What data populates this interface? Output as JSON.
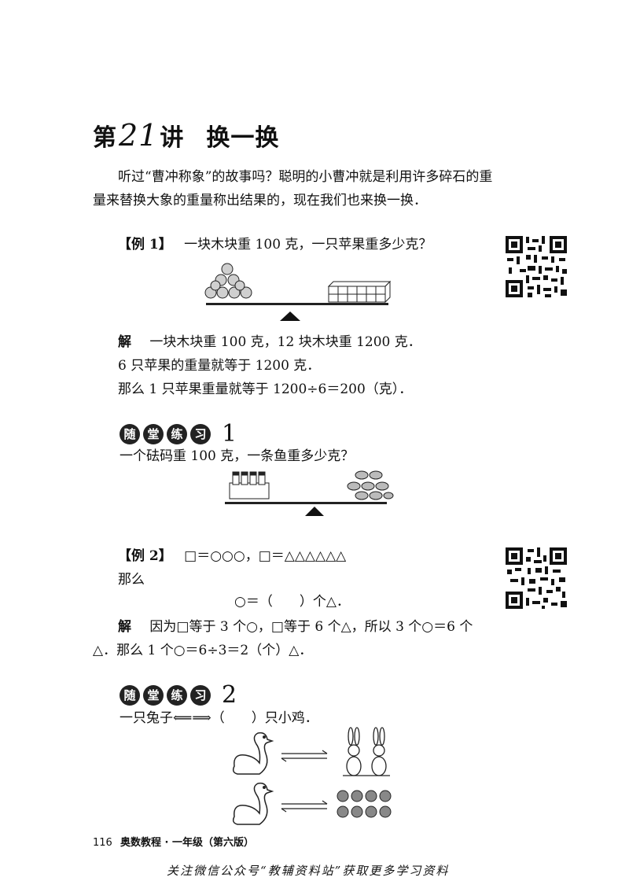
{
  "lesson": {
    "title_prefix": "第",
    "title_number": "21",
    "title_suffix": "讲",
    "title_topic": "换一换"
  },
  "intro": {
    "line1": "听过“曹冲称象”的故事吗？聪明的小曹冲就是利用许多碎石的重",
    "line2": "量来替换大象的重量称出结果的，现在我们也来换一换．"
  },
  "example1": {
    "label": "【例 1】",
    "question": "一块木块重 100 克，一只苹果重多少克？",
    "solution_label": "解",
    "solution_line1": "一块木块重 100 克，12 块木块重 1200 克．",
    "solution_line2": "6 只苹果的重量就等于 1200 克．",
    "solution_line3": "那么 1 只苹果重量就等于 1200÷6＝200（克）．"
  },
  "practice1": {
    "chars": [
      "随",
      "堂",
      "练",
      "习"
    ],
    "number": "1",
    "question": "一个砝码重 100 克，一条鱼重多少克？"
  },
  "example2": {
    "label": "【例 2】",
    "question": "□＝○○○，□＝△△△△△△",
    "then": "那么",
    "blank_line": "○＝（　　）个△．",
    "solution_label": "解",
    "solution_line1": "因为□等于 3 个○，□等于 6 个△，所以 3 个○＝6 个",
    "solution_line2": "△．那么 1 个○＝6÷3＝2（个）△．"
  },
  "practice2": {
    "chars": [
      "随",
      "堂",
      "练",
      "习"
    ],
    "number": "2",
    "question": "一只兔子⟸⟹（　　）只小鸡．"
  },
  "footer": {
    "page_number": "116",
    "book_title": "奥数教程 · 一年级（第六版）"
  },
  "watermark": {
    "text": "关注微信公众号“教辅资料站”获取更多学习资料"
  }
}
